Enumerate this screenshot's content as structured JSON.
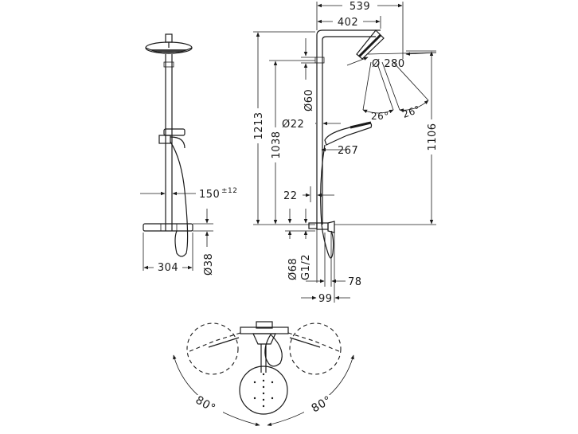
{
  "front_view": {
    "dim_width": "304",
    "dim_spacing": "150",
    "dim_spacing_tol": "±12",
    "dim_thermostat_dia": "Ø38"
  },
  "side_view": {
    "dim_total_projection": "539",
    "dim_arm_length": "402",
    "dim_head_dia": "Ø 280",
    "dim_tilt_left": "26°",
    "dim_tilt_right": "26°",
    "dim_head_height": "1213",
    "dim_arm_height": "1038",
    "dim_max_height": "1106",
    "dim_pipe_dia": "Ø60",
    "dim_rail_dia": "Ø22",
    "dim_hand_shower": "267",
    "dim_offset": "22",
    "dim_rosette_dia": "Ø68",
    "dim_thread": "G1/2",
    "dim_depth": "78",
    "dim_wall_depth": "99"
  },
  "top_view": {
    "angle_left": "80°",
    "angle_right": "80°"
  }
}
